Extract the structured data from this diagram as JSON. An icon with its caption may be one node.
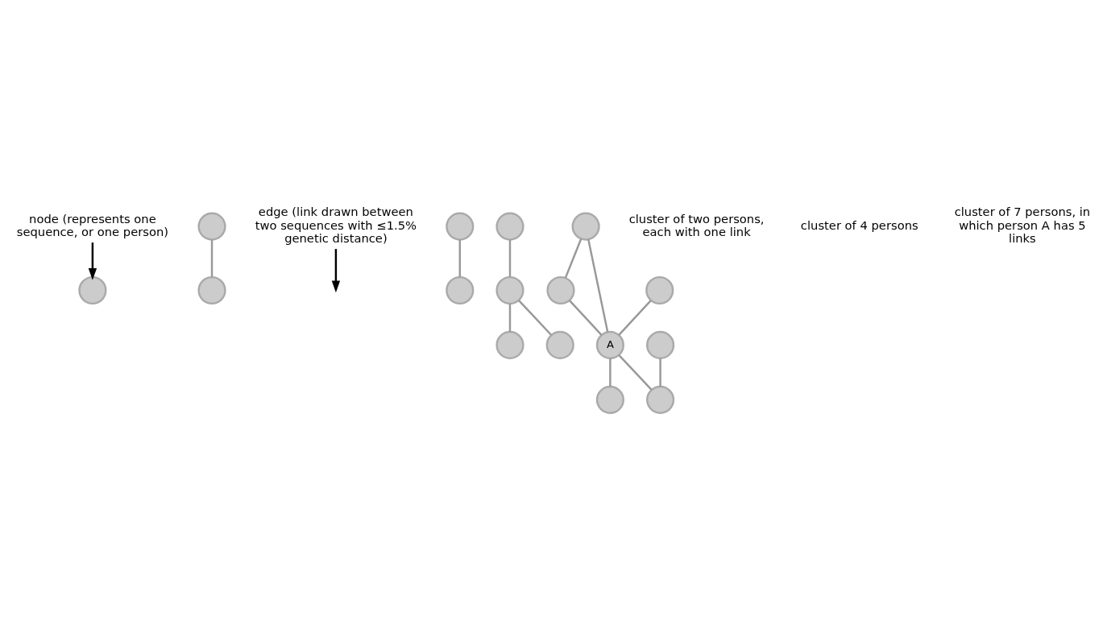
{
  "diagram": {
    "nodes": [
      {
        "text": [],
        "shape": "circle"
      },
      {
        "text": [
          "node (represents one sequence, or one person)"
        ]
      },
      {
        "text": [],
        "shape": "circle"
      },
      {
        "text": [],
        "shape": "circle"
      },
      {
        "text": [
          "edge (link drawn between two sequences with ≤1.5% genetic distance)"
        ]
      },
      {
        "text": [],
        "shape": "circle"
      },
      {
        "text": [],
        "shape": "circle"
      },
      {
        "text": [],
        "shape": "circle"
      },
      {
        "text": [],
        "shape": "circle"
      },
      {
        "text": [],
        "shape": "circle"
      },
      {
        "text": [],
        "shape": "circle"
      },
      {
        "text": [],
        "shape": "circle"
      },
      {
        "text": [],
        "shape": "circle"
      },
      {
        "text": [],
        "shape": "circle"
      },
      {
        "text": [
          "A"
        ]
      },
      {
        "text": [],
        "shape": "circle"
      },
      {
        "text": [],
        "shape": "circle"
      },
      {
        "text": [],
        "shape": "circle"
      }
    ],
    "edges": [
      {
        "from": 1,
        "to": 0,
        "arrow": "to",
        "color": "#000000"
      },
      {
        "from": 2,
        "to": 3,
        "arrow": "none"
      },
      {
        "from": 4,
        "to": null,
        "arrow": "to",
        "color": "#000000"
      },
      {
        "from": 5,
        "to": 6,
        "arrow": "none"
      },
      {
        "from": 7,
        "to": 8,
        "arrow": "none"
      },
      {
        "from": 8,
        "to": 9,
        "arrow": "none"
      },
      {
        "from": 8,
        "to": 10,
        "arrow": "none"
      },
      {
        "from": 11,
        "to": 13,
        "arrow": "none"
      },
      {
        "from": 11,
        "to": 14,
        "arrow": "none"
      },
      {
        "from": 12,
        "to": 14,
        "arrow": "none"
      },
      {
        "from": 13,
        "to": 14,
        "arrow": "none"
      },
      {
        "from": 14,
        "to": 15,
        "arrow": "none"
      },
      {
        "from": 14,
        "to": 17,
        "arrow": "none"
      },
      {
        "from": 16,
        "to": 17,
        "arrow": "none"
      }
    ],
    "labels": [
      "cluster of two persons, each with one link",
      "cluster of 4 persons",
      "cluster of 7 persons, in which person A has 5 links"
    ]
  }
}
